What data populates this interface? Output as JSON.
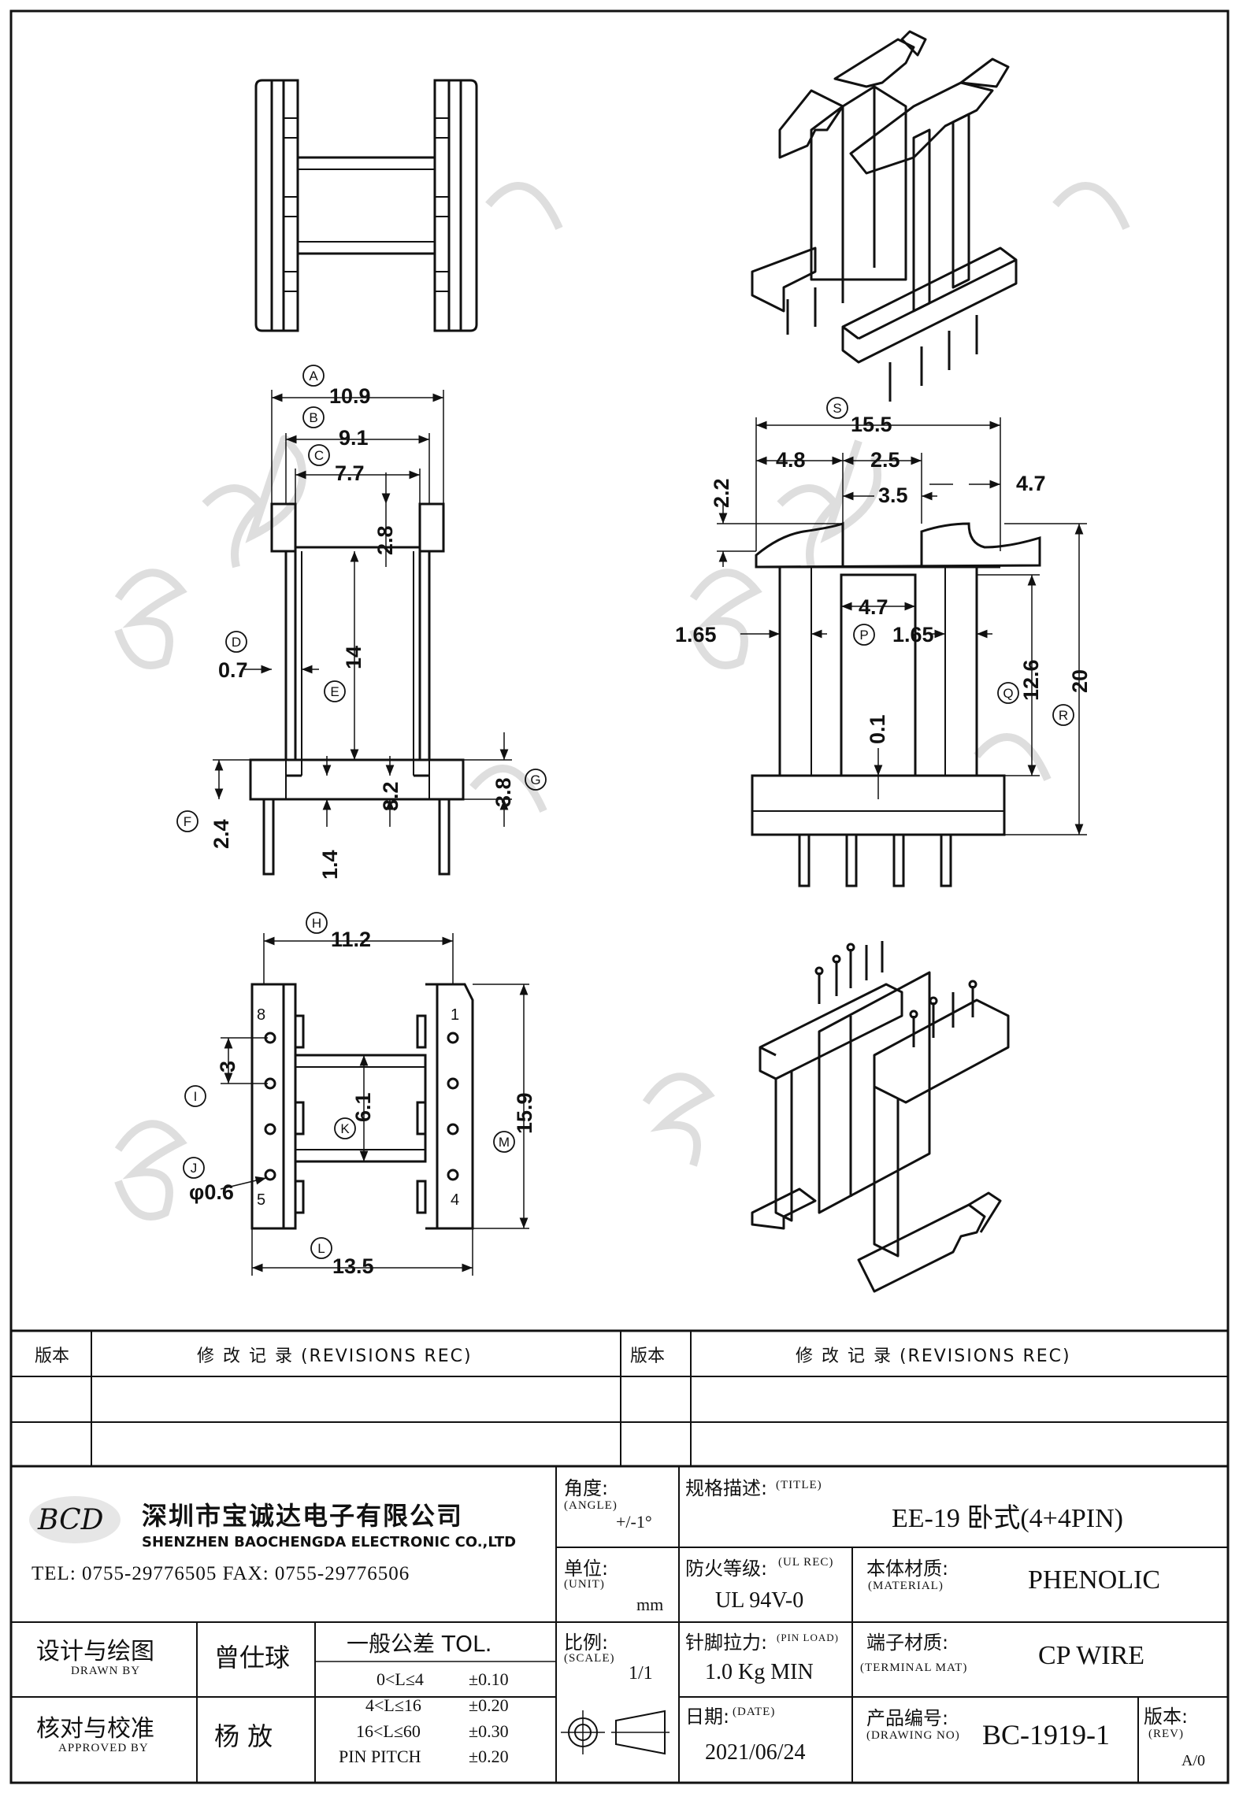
{
  "dimensions": {
    "A": "10.9",
    "B": "9.1",
    "C": "7.7",
    "top_flange": "2.8",
    "D": "0.7",
    "E": "14",
    "F": "2.4",
    "bottom_14": "1.4",
    "bottom_32": "3.2",
    "G": "3.8",
    "S": "15.5",
    "s_48": "4.8",
    "s_25": "2.5",
    "s_35": "3.5",
    "s_47": "4.7",
    "s_22": "2.2",
    "P": "4.7",
    "left_165": "1.65",
    "right_165": "1.65",
    "Q": "12.6",
    "R": "20",
    "gap_01": "0.1",
    "H": "11.2",
    "I": "3",
    "K": "6.1",
    "M": "15.9",
    "J": "φ0.6",
    "L": "13.5",
    "pin_8": "8",
    "pin_1": "1",
    "pin_5": "5",
    "pin_4": "4"
  },
  "circle_labels": [
    "A",
    "B",
    "C",
    "D",
    "E",
    "F",
    "G",
    "S",
    "P",
    "Q",
    "R",
    "H",
    "I",
    "K",
    "M",
    "J",
    "L"
  ],
  "watermark": "BCD 宝诚达电子",
  "title_block": {
    "rev_header_left": "版本",
    "rev_header_mid_left": "修 改 记 录  (REVISIONS REC)",
    "rev_header_right": "版本",
    "rev_header_mid_right": "修 改 记 录  (REVISIONS REC)",
    "company_cn": "深圳市宝诚达电子有限公司",
    "company_en": "SHENZHEN BAOCHENGDA ELECTRONIC CO.,LTD",
    "logo_text": "BCD",
    "tel_fax": "TEL: 0755-29776505  FAX: 0755-29776506",
    "angle_label": "角度:",
    "angle_label_en": "(ANGLE)",
    "angle_value": "+/-1°",
    "title_label": "规格描述:",
    "title_label_en": "(TITLE)",
    "title_value": "EE-19 卧式(4+4PIN)",
    "unit_label": "单位:",
    "unit_label_en": "(UNIT)",
    "unit_value": "mm",
    "ul_label": "防火等级:",
    "ul_label_en": "(UL REC)",
    "ul_value": "UL 94V-0",
    "material_label": "本体材质:",
    "material_label_en": "(MATERIAL)",
    "material_value": "PHENOLIC",
    "drawn_label": "设计与绘图",
    "drawn_label_en": "DRAWN BY",
    "drawn_value": "曾仕球",
    "tol_label": "一般公差  TOL.",
    "tol_rows": [
      [
        "0<L≤4",
        "±0.10"
      ],
      [
        "4<L≤16",
        "±0.20"
      ],
      [
        "16<L≤60",
        "±0.30"
      ],
      [
        "PIN PITCH",
        "±0.20"
      ]
    ],
    "scale_label": "比例:",
    "scale_label_en": "(SCALE)",
    "scale_value": "1/1",
    "pinload_label": "针脚拉力:",
    "pinload_label_en": "(PIN LOAD)",
    "pinload_value": "1.0 Kg MIN",
    "terminal_label": "端子材质:",
    "terminal_label_en": "(TERMINAL MAT)",
    "terminal_value": "CP WIRE",
    "approved_label": "核对与校准",
    "approved_label_en": "APPROVED BY",
    "approved_value": "杨  放",
    "date_label": "日期:",
    "date_label_en": "(DATE)",
    "date_value": "2021/06/24",
    "drawing_no_label": "产品编号:",
    "drawing_no_label_en": "(DRAWING NO)",
    "drawing_no_value": "BC-1919-1",
    "rev_label": "版本:",
    "rev_label_en": "(REV)",
    "rev_value": "A/0"
  }
}
